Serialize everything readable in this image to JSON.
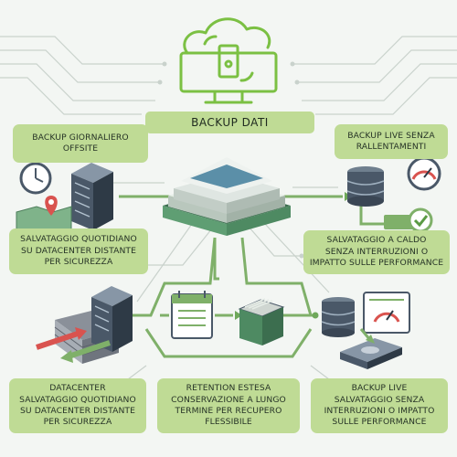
{
  "title": "BACKUP DATI",
  "boxes": {
    "top_left": [
      "BACKUP GIORNALIERO",
      "OFFSITE"
    ],
    "top_right": [
      "BACKUP LIVE SENZA",
      "RALLENTAMENTI"
    ],
    "mid_left": [
      "SALVATAGGIO QUOTIDIANO",
      "SU DATACENTER DISTANTE",
      "PER SICUREZZA"
    ],
    "mid_right": [
      "SALVATAGGIO A CALDO",
      "SENZA INTERRUZIONI O",
      "IMPATTO SULLE PERFORMANCE"
    ],
    "bottom_left": [
      "DATACENTER",
      "SALVATAGGIO QUOTIDIANO",
      "SU DATACENTER DISTANTE",
      "PER SICUREZZA"
    ],
    "bottom_center": [
      "RETENTION ESTESA",
      "CONSERVAZIONE A LUNGO",
      "TERMINE PER RECUPERO",
      "FLESSIBILE"
    ],
    "bottom_right": [
      "BACKUP LIVE",
      "SALVATAGGIO SENZA",
      "INTERRUZIONI O IMPATTO",
      "SULLE PERFORMANCE"
    ]
  },
  "colors": {
    "accent": "#7bc043",
    "box_fill": "#bfdb95",
    "line_green": "#7fb069",
    "line_gray": "#aab4ae",
    "server_dark": "#4a5868",
    "tile_blue": "#5b8fa8"
  },
  "icons": [
    "cloud-monitor-icon",
    "stopwatch-icon",
    "server-rack-icon",
    "map-pin-icon",
    "central-storage-node-icon",
    "database-icon",
    "speed-gauge-icon",
    "check-icon",
    "firewall-icon",
    "archive-box-icon",
    "calendar-icon",
    "hard-drive-icon",
    "dashboard-icon"
  ]
}
